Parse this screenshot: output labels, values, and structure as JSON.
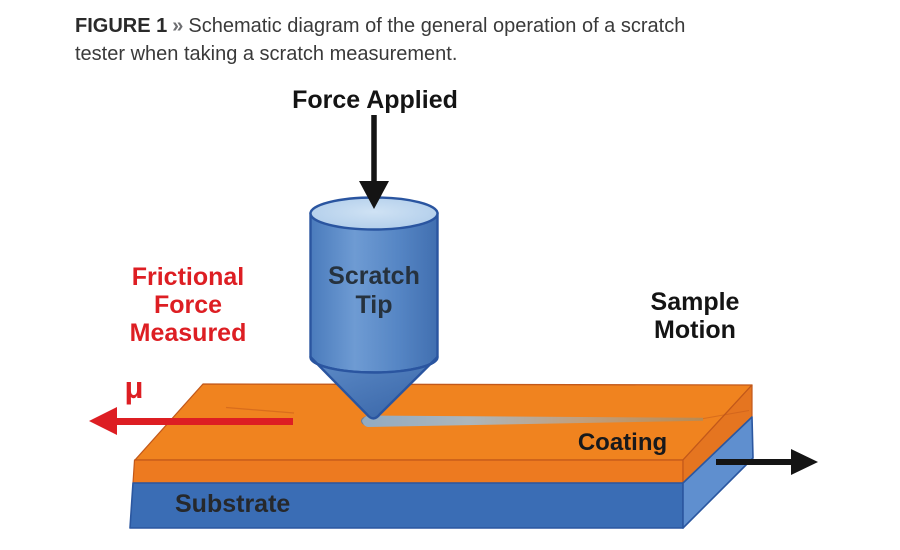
{
  "caption": {
    "figure_label": "FIGURE 1",
    "separator": "»",
    "line1": "Schematic diagram of the general operation of a scratch",
    "line2": "tester when taking a scratch measurement."
  },
  "diagram": {
    "labels": {
      "force_applied": "Force Applied",
      "scratch_tip": [
        "Scratch",
        "Tip"
      ],
      "frictional_force": [
        "Frictional",
        "Force",
        "Measured"
      ],
      "mu": "μ",
      "sample_motion": [
        "Sample",
        "Motion"
      ],
      "coating": "Coating",
      "substrate": "Substrate"
    },
    "colors": {
      "coating_orange_top": "#F0831F",
      "coating_orange_front": "#ED7A20",
      "coating_orange_side": "#E57520",
      "edge_orange": "#C2581A",
      "substrate_blue_front": "#3A6DB5",
      "substrate_blue_side": "#5F8FCF",
      "edge_blue": "#2B57A0",
      "tip_outline": "#2A55A0",
      "tip_text": "#26323E",
      "groove_gray": "#93ABC1",
      "friction_red": "#DD1E23",
      "ink_black": "#141414",
      "sep_gray": "#6E6F72"
    }
  }
}
